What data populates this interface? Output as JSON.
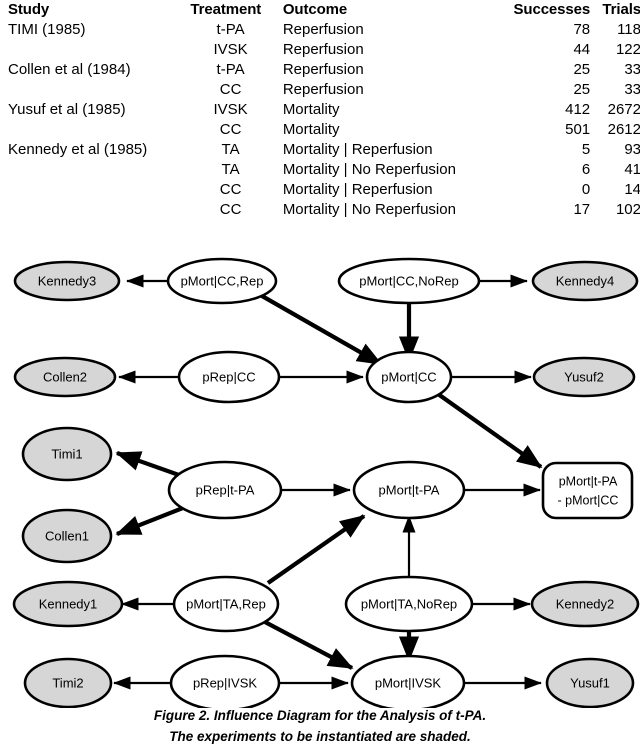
{
  "table": {
    "headers": {
      "study": "Study",
      "treatment": "Treatment",
      "outcome": "Outcome",
      "successes": "Successes",
      "trials": "Trials"
    },
    "rows": [
      {
        "study": "TIMI (1985)",
        "treatment": "t-PA",
        "outcome": "Reperfusion",
        "successes": "78",
        "trials": "118"
      },
      {
        "study": "",
        "treatment": "IVSK",
        "outcome": "Reperfusion",
        "successes": "44",
        "trials": "122"
      },
      {
        "study": "Collen et al (1984)",
        "treatment": "t-PA",
        "outcome": "Reperfusion",
        "successes": "25",
        "trials": "33"
      },
      {
        "study": "",
        "treatment": "CC",
        "outcome": "Reperfusion",
        "successes": "25",
        "trials": "33"
      },
      {
        "study": "Yusuf et al (1985)",
        "treatment": "IVSK",
        "outcome": "Mortality",
        "successes": "412",
        "trials": "2672"
      },
      {
        "study": "",
        "treatment": "CC",
        "outcome": "Mortality",
        "successes": "501",
        "trials": "2612"
      },
      {
        "study": "Kennedy et al (1985)",
        "treatment": "TA",
        "outcome": "Mortality | Reperfusion",
        "successes": "5",
        "trials": "93"
      },
      {
        "study": "",
        "treatment": "TA",
        "outcome": "Mortality | No Reperfusion",
        "successes": "6",
        "trials": "41"
      },
      {
        "study": "",
        "treatment": "CC",
        "outcome": "Mortality | Reperfusion",
        "successes": "0",
        "trials": "14"
      },
      {
        "study": "",
        "treatment": "CC",
        "outcome": "Mortality | No Reperfusion",
        "successes": "17",
        "trials": "102"
      }
    ]
  },
  "diagram": {
    "nodes": {
      "kennedy3": {
        "label": "Kennedy3",
        "shaded": true
      },
      "pmort_cc_rep": {
        "label": "pMort|CC,Rep",
        "shaded": false
      },
      "pmort_cc_norep": {
        "label": "pMort|CC,NoRep",
        "shaded": false
      },
      "kennedy4": {
        "label": "Kennedy4",
        "shaded": true
      },
      "collen2": {
        "label": "Collen2",
        "shaded": true
      },
      "prep_cc": {
        "label": "pRep|CC",
        "shaded": false
      },
      "pmort_cc": {
        "label": "pMort|CC",
        "shaded": false
      },
      "yusuf2": {
        "label": "Yusuf2",
        "shaded": true
      },
      "timi1": {
        "label": "Timi1",
        "shaded": true
      },
      "prep_tpa": {
        "label": "pRep|t-PA",
        "shaded": false
      },
      "pmort_tpa": {
        "label": "pMort|t-PA",
        "shaded": false
      },
      "collen1": {
        "label": "Collen1",
        "shaded": true
      },
      "diff_line1": {
        "label": "pMort|t-PA",
        "shaded": false
      },
      "diff_line2": {
        "label": "- pMort|CC",
        "shaded": false
      },
      "kennedy1": {
        "label": "Kennedy1",
        "shaded": true
      },
      "pmort_ta_rep": {
        "label": "pMort|TA,Rep",
        "shaded": false
      },
      "pmort_ta_norep": {
        "label": "pMort|TA,NoRep",
        "shaded": false
      },
      "kennedy2": {
        "label": "Kennedy2",
        "shaded": true
      },
      "timi2": {
        "label": "Timi2",
        "shaded": true
      },
      "prep_ivsk": {
        "label": "pRep|IVSK",
        "shaded": false
      },
      "pmort_ivsk": {
        "label": "pMort|IVSK",
        "shaded": false
      },
      "yusuf1": {
        "label": "Yusuf1",
        "shaded": true
      }
    },
    "shaded_color": "#d6d6d6",
    "plain_color": "#ffffff",
    "stroke_color": "#000000"
  },
  "caption": {
    "line1": "Figure 2.  Influence Diagram for the Analysis of t-PA.",
    "line2": "The experiments to be instantiated are shaded."
  }
}
